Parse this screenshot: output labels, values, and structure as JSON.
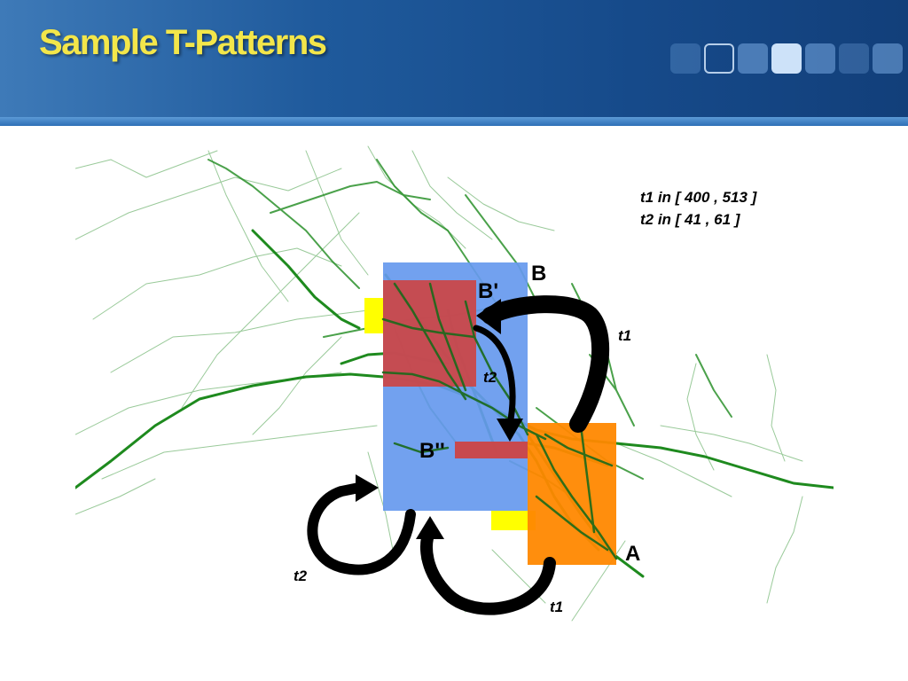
{
  "slide": {
    "title": "Sample T-Patterns"
  },
  "legend": {
    "line1": "t1 in [ 400 , 513 ]",
    "line2": "t2 in [ 41 , 61 ]"
  },
  "regions": {
    "B": "B",
    "B_prime": "B'",
    "B_double_prime": "B''",
    "A": "A"
  },
  "arrow_labels": {
    "t1_right": "t1",
    "t2_middle": "t2",
    "t2_bottom_left": "t2",
    "t1_bottom": "t1"
  },
  "colors": {
    "header": "#1f5a9c",
    "title_text": "#f3e64a",
    "road": "#1e8a1e",
    "region_B": "#6699ee",
    "region_B_prime": "#cc4444",
    "region_A": "#ff8800",
    "highlight_yellow": "#ffff00",
    "arrow": "#000000"
  }
}
